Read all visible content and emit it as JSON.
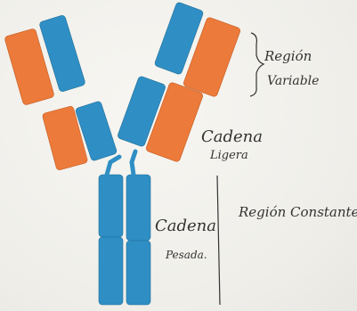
{
  "labels": {
    "region_variable_line1": "Región",
    "region_variable_line2": "Variable",
    "cadena_ligera_line1": "Cadena",
    "cadena_ligera_line2": "Ligera",
    "region_constante": "Región Constante",
    "cadena_pesada_line1": "Cadena",
    "cadena_pesada_line2": "Pesada."
  },
  "colors": {
    "heavy_chain": "#2f8fc4",
    "light_chain": "#ec7a3a",
    "ink": "#333333"
  }
}
